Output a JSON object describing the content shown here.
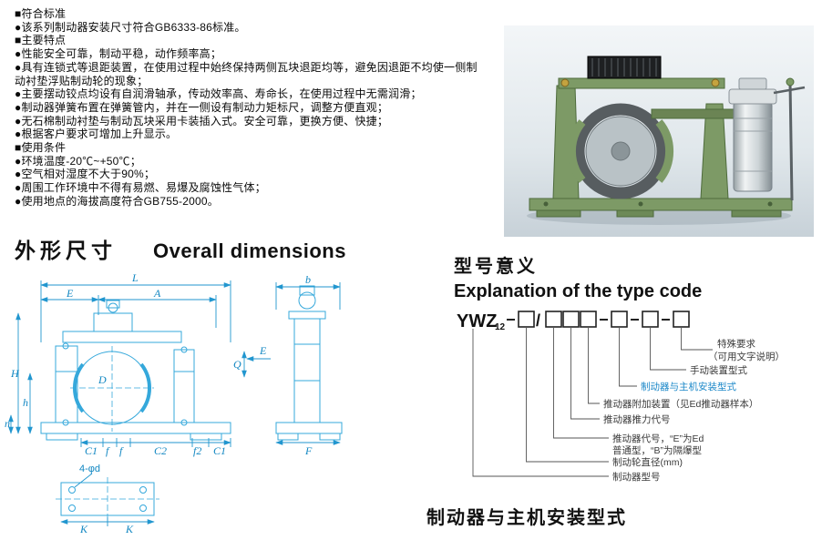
{
  "bullets": [
    "■符合标准",
    "●该系列制动器安装尺寸符合GB6333-86标准。",
    "■主要特点",
    "●性能安全可靠，制动平稳，动作频率高；",
    "●具有连锁式等退距装置，在使用过程中始终保持两侧瓦块退距均等，避免因退距不均使一侧制动衬垫浮贴制动轮的现象；",
    "●主要摆动铰点均设有自润滑轴承，传动效率高、寿命长，在使用过程中无需润滑；",
    "●制动器弹簧布置在弹簧管内，并在一侧设有制动力矩标尺，调整方便直观；",
    "●无石棉制动衬垫与制动瓦块采用卡装插入式。安全可靠，更换方便、快捷；",
    "●根据客户要求可增加上升显示。",
    "■使用条件",
    "●环境温度-20℃~+50℃；",
    "●空气相对湿度不大于90%；",
    "●周围工作环境中不得有易燃、易爆及腐蚀性气体；",
    "●使用地点的海拔高度符合GB755-2000。"
  ],
  "sections": {
    "dims_cn": "外形尺寸",
    "dims_en": "Overall dimensions",
    "type_cn": "型号意义",
    "type_en": "Explanation of the type code",
    "bottom_title": "制动器与主机安装型式"
  },
  "type_code": {
    "prefix": "YWZ",
    "sub": "12",
    "slash": "/",
    "labels": {
      "special1": "特殊要求",
      "special2": "（可用文字说明）",
      "manual": "手动装置型式",
      "mounting": "制动器与主机安装型式",
      "attachment": "推动器附加装置（见Ed推动器样本）",
      "thrust": "推动器推力代号",
      "code1": "推动器代号，“E”为Ed",
      "code2": "普通型，“B”为隔爆型",
      "diameter": "制动轮直径(mm)",
      "model": "制动器型号"
    }
  },
  "drawing": {
    "labels": {
      "L": "L",
      "E": "E",
      "A": "A",
      "H": "H",
      "h": "h",
      "n": "n",
      "D": "D",
      "Q": "Q",
      "E2": "E",
      "C1a": "C1",
      "fa": "f",
      "fb": "f",
      "C2": "C2",
      "f2": "f2",
      "C1b": "C1",
      "b": "b",
      "F": "F",
      "bolt": "4-φd",
      "Ka": "K",
      "Kb": "K"
    },
    "line_color": "#35a8db",
    "label_color": "#1287c2"
  },
  "photo": {
    "alt": "YWZ electro-hydraulic drum brake product photo",
    "body_color": "#7d9a66",
    "thruster_color": "#dde2e4"
  }
}
